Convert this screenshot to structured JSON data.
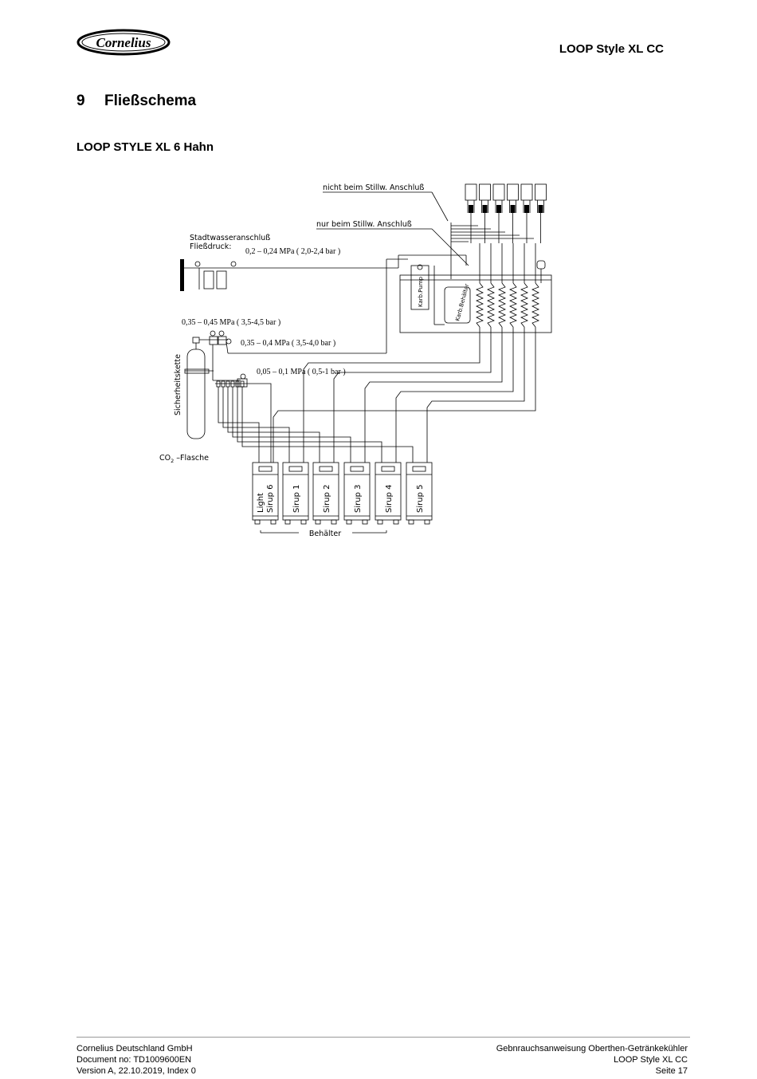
{
  "header": {
    "logo_text": "Cornelius",
    "doc_title": "LOOP Style XL CC"
  },
  "section": {
    "number": "9",
    "title": "Fließschema"
  },
  "subtitle": "LOOP STYLE XL 6 Hahn",
  "diagram": {
    "labels": {
      "not_still": "nicht beim Stillw. Anschluß",
      "only_still": "nur beim Stillw. Anschluß",
      "city_water": "Stadtwasseranschluß",
      "flow_pressure": "Fließdruck:",
      "pressure_water": "0,2 – 0,24 MPa ( 2,0-2,4 bar )",
      "pressure_co2_main": "0,35 – 0,45 MPa ( 3,5-4,5 bar )",
      "pressure_carb": "0,35 – 0,4 MPa ( 3,5-4,0 bar )",
      "pressure_syrup": "0,05 – 0,1 MPa ( 0,5-1 bar )",
      "safety_chain": "Sicherheitskette",
      "co2_bottle": "CO",
      "co2_sub": "2",
      "co2_suffix": " –Flasche",
      "carb_pump": "Karb.Pump",
      "carb_tank": "Karb.Behälter",
      "containers": "Behälter"
    },
    "tanks": [
      {
        "line1": "Light",
        "line2": "Sirup 6"
      },
      {
        "line1": "",
        "line2": "Sirup 1"
      },
      {
        "line1": "",
        "line2": "Sirup 2"
      },
      {
        "line1": "",
        "line2": "Sirup 3"
      },
      {
        "line1": "",
        "line2": "Sirup 4"
      },
      {
        "line1": "",
        "line2": "Sirup 5"
      }
    ]
  },
  "footer": {
    "company": "Cornelius Deutschland GmbH",
    "doc_no": "Document no: TD1009600EN",
    "version": "Version A, 22.10.2019, Index 0",
    "manual": "Gebnrauchsanweisung Oberthen-Getränkekühler",
    "product": "LOOP Style XL CC",
    "page": "Seite 17"
  }
}
